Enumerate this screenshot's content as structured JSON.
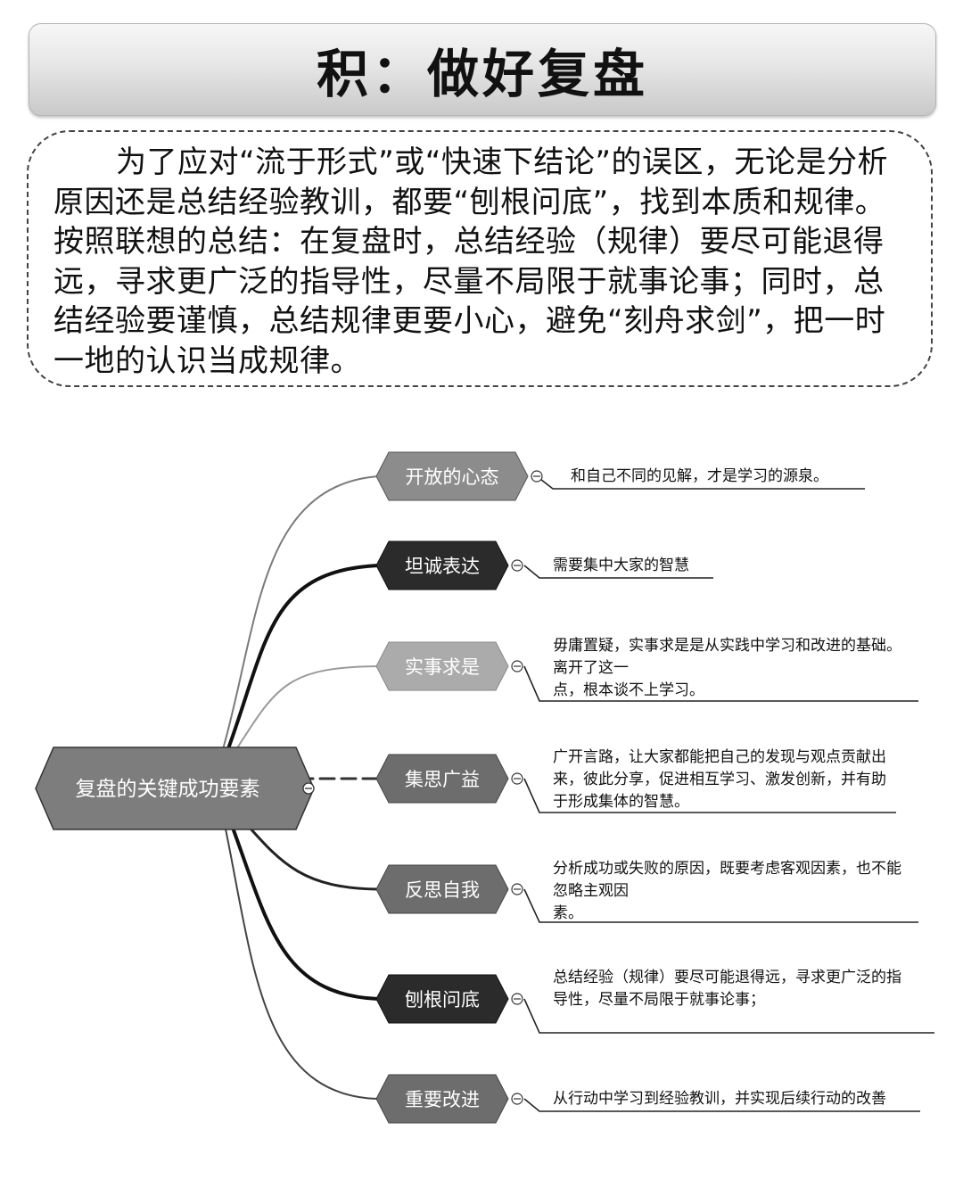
{
  "title": "积：做好复盘",
  "intro": "为了应对“流于形式”或“快速下结论”的误区，无论是分析原因还是总结经验教训，都要“刨根问底”，找到本质和规律。按照联想的总结：在复盘时，总结经验（规律）要尽可能退得远，寻求更广泛的指导性，尽量不局限于就事论事；同时，总结经验要谨慎，总结规律更要小心，避免“刻舟求剑”，把一时一地的认识当成规律。",
  "mindmap": {
    "root": "复盘的关键成功要素",
    "branches": [
      {
        "label": "开放的心态",
        "desc": "和自己不同的见解，才是学习的源泉。"
      },
      {
        "label": "坦诚表达",
        "desc": "需要集中大家的智慧"
      },
      {
        "label": "实事求是",
        "desc": "毋庸置疑，实事求是是从实践中学习和改进的基础。离开了这一\n点，根本谈不上学习。"
      },
      {
        "label": "集思广益",
        "desc": "广开言路，让大家都能把自己的发现与观点贡献出来，彼此分享，促进相互学习、激发创新，并有助于形成集体的智慧。"
      },
      {
        "label": "反思自我",
        "desc": "分析成功或失败的原因，既要考虑客观因素，也不能忽略主观因\n素。"
      },
      {
        "label": "刨根问底",
        "desc": "总结经验（规律）要尽可能退得远，寻求更广泛的指\n导性，尽量不局限于就事论事；"
      },
      {
        "label": "重要改进",
        "desc": "从行动中学习到经验教训，并实现后续行动的改善"
      }
    ],
    "collapse_symbol": "⊖"
  },
  "colors": {
    "light_node": "#8a8a8a",
    "mid_node": "#6b6b6b",
    "dark_node": "#2a2a2a",
    "pale_node": "#a9a9a9"
  }
}
